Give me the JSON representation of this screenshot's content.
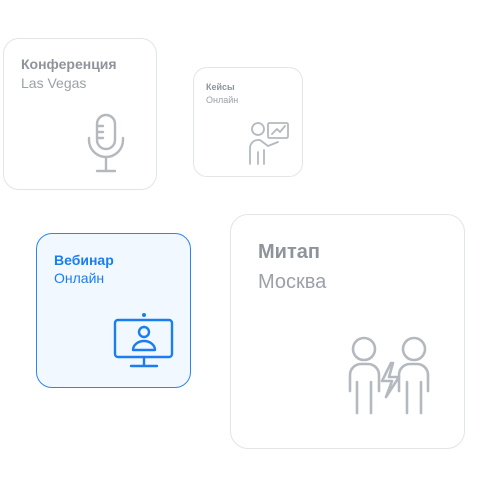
{
  "cards": {
    "conference": {
      "title": "Конференция",
      "subtitle": "Las Vegas",
      "icon": "microphone-icon"
    },
    "cases": {
      "title": "Кейсы",
      "subtitle": "Онлайн",
      "icon": "presenter-chart-icon"
    },
    "webinar": {
      "title": "Вебинар",
      "subtitle": "Онлайн",
      "icon": "monitor-user-icon",
      "selected": true
    },
    "meetup": {
      "title": "Митап",
      "subtitle": "Москва",
      "icon": "people-spark-icon"
    }
  },
  "colors": {
    "accent": "#1a7df0",
    "accent_bg": "#f2f8ff",
    "muted_text": "#8e949b",
    "card_border": "#e2e4e8",
    "icon_gray": "#b4b9bf"
  }
}
